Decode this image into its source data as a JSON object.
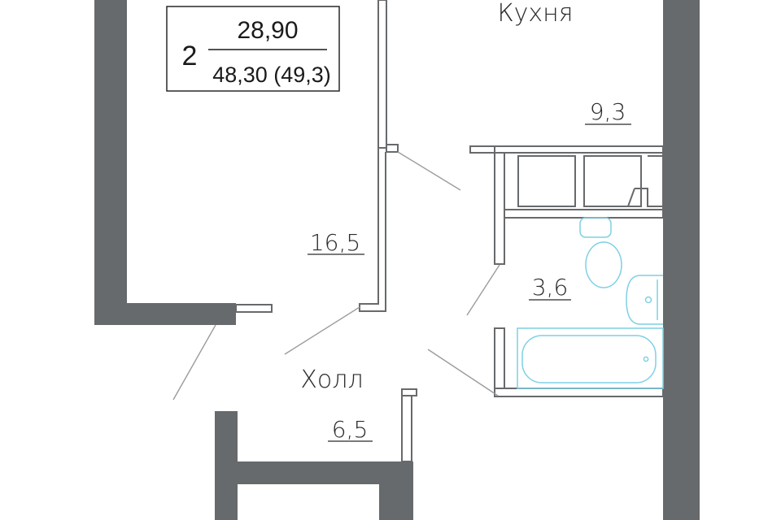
{
  "badge": {
    "rooms": "2",
    "living_area": "28,90",
    "total_area": "48,30 (49,3)"
  },
  "rooms": {
    "kitchen": {
      "name": "Кухня",
      "area": "9,3"
    },
    "bedroom": {
      "area": "16,5"
    },
    "bathroom": {
      "area": "3,6"
    },
    "hall": {
      "name": "Холл",
      "area": "6,5"
    }
  },
  "colors": {
    "wall": "#676a6c",
    "fixture": "#7fd0e4",
    "door": "#9a9c9e"
  },
  "icons": [
    "toilet-icon",
    "sink-icon",
    "bathtub-icon",
    "kitchen-cabinet-icon"
  ]
}
